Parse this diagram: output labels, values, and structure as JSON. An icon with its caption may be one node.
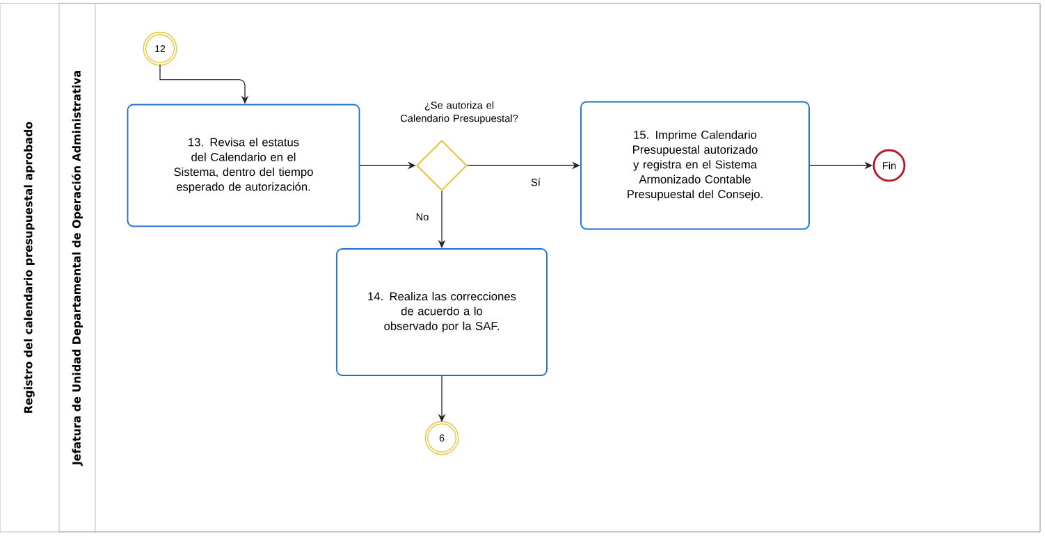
{
  "diagram": {
    "nodes": [
      {
        "text": [
          "Registro del calendario presupuestal aprobado"
        ]
      },
      {
        "text": [
          "Jefatura de Unidad Departamental de Operación Administrativa"
        ],
        "in": 0
      },
      {
        "text": [
          "12"
        ],
        "in": 1
      },
      {
        "text": [
          "13. Revisa el estatus del Calendario en el Sistema, dentro del tiempo esperado de autorización."
        ],
        "in": 1
      },
      {
        "text": [],
        "shape": "diamond",
        "beside": [
          "¿Se autoriza el Calendario Presupuestal?"
        ],
        "in": 1
      },
      {
        "text": [
          "14. Realiza las correcciones de acuerdo a lo observado por la SAF."
        ],
        "in": 1
      },
      {
        "text": [
          "15. Imprime Calendario Presupuestal autorizado y registra en el Sistema Armonizado Contable Presupuestal del Consejo."
        ],
        "in": 1
      },
      {
        "text": [
          "Fin"
        ],
        "in": 1
      },
      {
        "text": [
          "6"
        ],
        "in": 1
      }
    ],
    "edges": [
      {
        "from": 2,
        "to": 3,
        "arrow": "to"
      },
      {
        "from": 3,
        "to": 4,
        "arrow": "to"
      },
      {
        "from": 4,
        "to": 6,
        "arrow": "to",
        "label": "Sí"
      },
      {
        "from": 4,
        "to": 5,
        "arrow": "to",
        "label": "No"
      },
      {
        "from": 6,
        "to": 7,
        "arrow": "to"
      },
      {
        "from": 5,
        "to": 8,
        "arrow": "to"
      }
    ]
  }
}
